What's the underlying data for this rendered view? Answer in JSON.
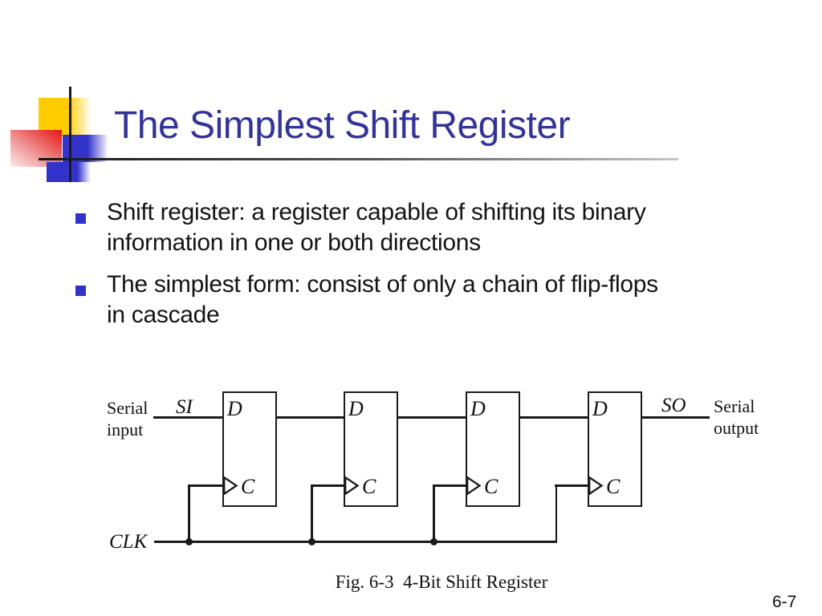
{
  "slide": {
    "title": "The Simplest Shift Register",
    "page_number": "6-7"
  },
  "bullets": [
    {
      "text": "Shift register: a register capable of shifting its binary\ninformation in one or both directions"
    },
    {
      "text": "The simplest form: consist of only a chain of flip-flops\nin cascade"
    }
  ],
  "diagram": {
    "serial_input_label": "Serial\ninput",
    "serial_output_label": "Serial\noutput",
    "si_label": "SI",
    "so_label": "SO",
    "clk_label": "CLK",
    "d_label": "D",
    "c_label": "C",
    "caption": "Fig. 6-3  4-Bit Shift Register"
  },
  "colors": {
    "title_text": "#333399",
    "bullet_square": "#3333cc",
    "accent_yellow": "#ffcc00",
    "accent_red": "#e62020",
    "accent_blue": "#3333cc",
    "line_black": "#1a1a1a"
  }
}
